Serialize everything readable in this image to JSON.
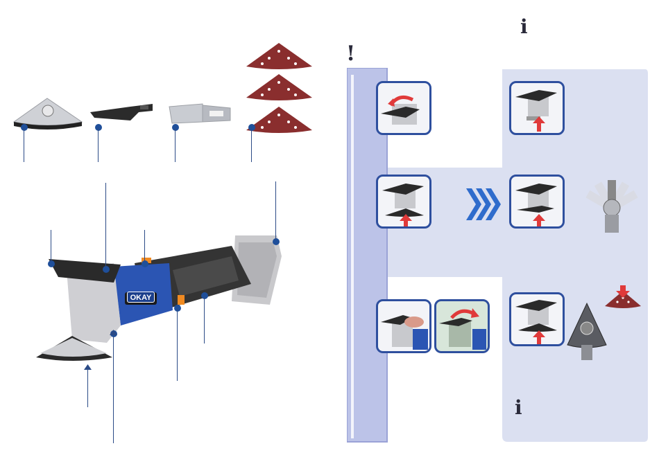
{
  "header": {
    "warning_symbol": "!",
    "info_symbol_top": "i",
    "info_symbol_bottom": "i"
  },
  "colors": {
    "accent_blue": "#1f4f9a",
    "panel_lavender": "#dbe0f1",
    "sidebar_blue": "#bcc3e8",
    "arrow_red": "#e03a3a",
    "chevron_blue": "#2f6ccc"
  },
  "icons": {
    "sanding_pad": "sanding-pad-icon",
    "saw_blade": "saw-blade-icon",
    "scraper_blade": "scraper-blade-icon",
    "sandpaper": "sandpaper-icon",
    "multitool": "multitool-icon",
    "brand_logo": "OKAY"
  }
}
